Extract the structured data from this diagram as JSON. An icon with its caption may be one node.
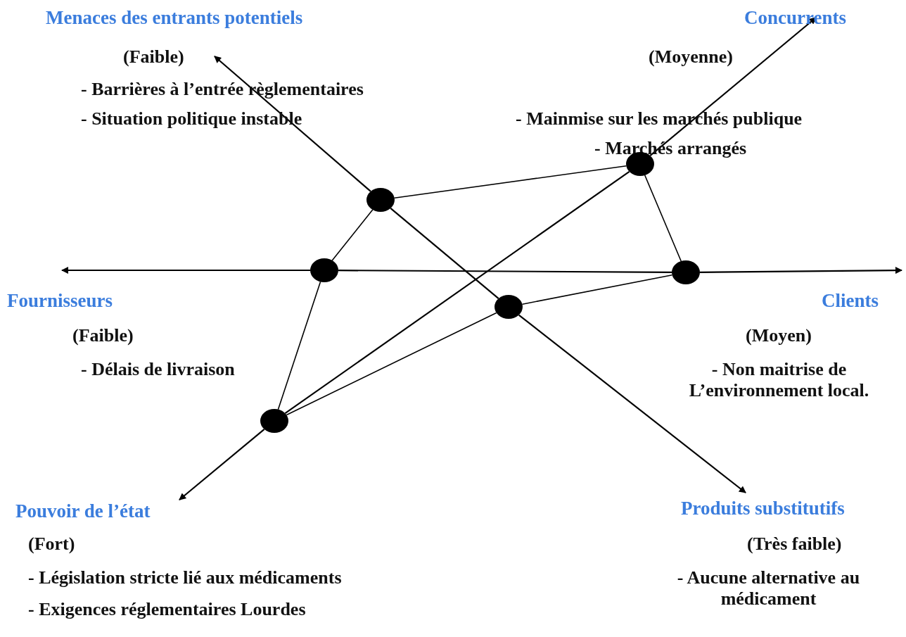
{
  "diagram": {
    "nodes": [
      {
        "text": [
          "Menaces des entrants potentiels",
          "(Faible)",
          "- Barrières à l’entrée règlementaires",
          "- Situation politique instable"
        ]
      },
      {
        "text": [
          "Concurrents",
          "(Moyenne)",
          "- Mainmise sur les marchés publique",
          "- Marchés arrangés"
        ]
      },
      {
        "text": [
          "Fournisseurs",
          "(Faible)",
          "- Délais de livraison"
        ]
      },
      {
        "text": [
          "Clients",
          "(Moyen)",
          "- Non maitrise de L’environnement local."
        ]
      },
      {
        "text": [
          "Pouvoir de l’état",
          "(Fort)",
          "- Législation stricte lié aux médicaments",
          "- Exigences réglementaires Lourdes"
        ]
      },
      {
        "text": [
          "Produits substitutifs",
          "(Très faible)",
          "- Aucune alternative au médicament"
        ]
      },
      {
        "text": [],
        "shape": "circle"
      },
      {
        "text": [],
        "shape": "circle"
      },
      {
        "text": [],
        "shape": "circle"
      },
      {
        "text": [],
        "shape": "circle"
      },
      {
        "text": [],
        "shape": "circle"
      },
      {
        "text": [],
        "shape": "circle"
      }
    ],
    "edges": [
      {
        "from": 6,
        "to": 7,
        "arrow": "none"
      },
      {
        "from": 7,
        "to": 9,
        "arrow": "none"
      },
      {
        "from": 9,
        "to": 10,
        "arrow": "none"
      },
      {
        "from": 10,
        "to": 11,
        "arrow": "none"
      },
      {
        "from": 11,
        "to": 8,
        "arrow": "none"
      },
      {
        "from": 8,
        "to": 6,
        "arrow": "none"
      },
      {
        "from": 8,
        "to": 2,
        "arrow": "to"
      },
      {
        "from": 8,
        "to": 9,
        "arrow": "none"
      },
      {
        "from": 9,
        "to": 3,
        "arrow": "to"
      },
      {
        "from": 11,
        "to": 4,
        "arrow": "to"
      },
      {
        "from": 11,
        "to": 7,
        "arrow": "none"
      },
      {
        "from": 7,
        "to": 1,
        "arrow": "to"
      },
      {
        "from": 6,
        "to": 0,
        "arrow": "to"
      },
      {
        "from": 6,
        "to": 10,
        "arrow": "none"
      },
      {
        "from": 10,
        "to": 5,
        "arrow": "to"
      }
    ]
  }
}
